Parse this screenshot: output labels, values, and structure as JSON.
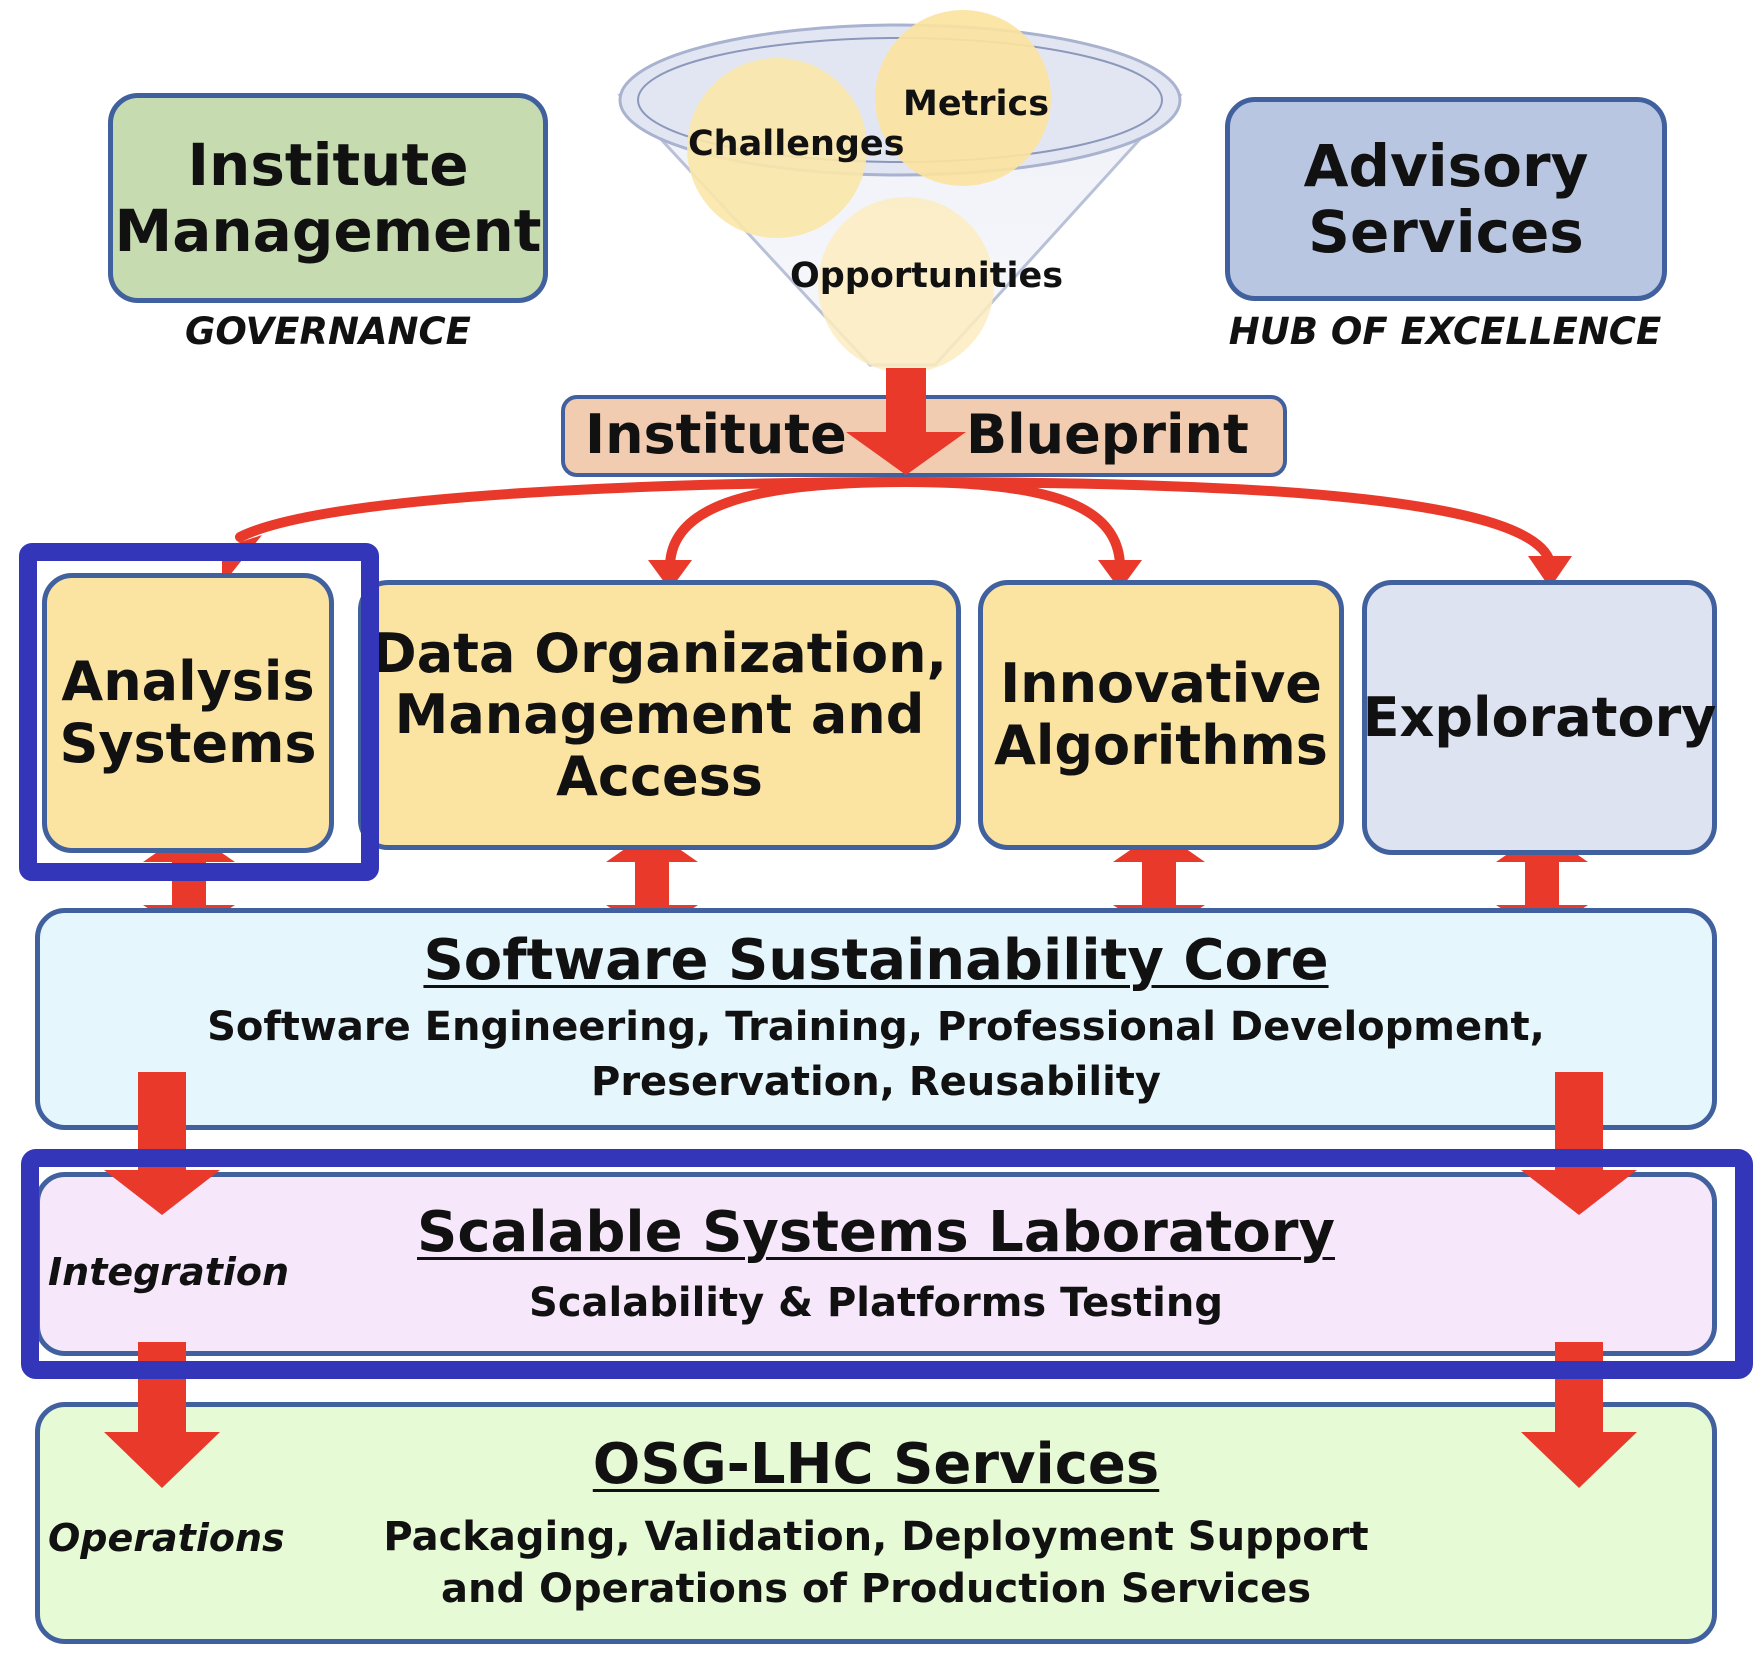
{
  "top": {
    "institute_management": {
      "line1": "Institute",
      "line2": "Management",
      "caption": "GOVERNANCE"
    },
    "advisory_services": {
      "line1": "Advisory",
      "line2": "Services",
      "caption": "HUB OF EXCELLENCE"
    },
    "funnel": {
      "challenges": "Challenges",
      "metrics": "Metrics",
      "opportunities": "Opportunities"
    },
    "blueprint": {
      "left": "Institute",
      "right": "Blueprint"
    }
  },
  "focus_areas": [
    {
      "line1": "Analysis",
      "line2": "Systems"
    },
    {
      "line1": "Data Organization,",
      "line2": "Management and",
      "line3": "Access"
    },
    {
      "line1": "Innovative",
      "line2": "Algorithms"
    },
    {
      "line1": "Exploratory"
    }
  ],
  "core": {
    "title": "Software Sustainability Core",
    "line1": "Software Engineering, Training, Professional Development,",
    "line2": "Preservation, Reusability"
  },
  "lab": {
    "title": "Scalable Systems Laboratory",
    "line1": "Scalability & Platforms Testing",
    "side_label": "Integration"
  },
  "services": {
    "title": "OSG-LHC Services",
    "line1": "Packaging, Validation, Deployment Support",
    "line2": "and Operations of Production Services",
    "side_label": "Operations"
  },
  "colors": {
    "arrow": "#e8392a",
    "highlight": "#3336b8",
    "box_border": "#41609e",
    "mgmt_fill": "#c6dbb0",
    "advisory_fill": "#b8c6e2",
    "blueprint_fill": "#f2ccb0",
    "focus_fill": "#fbe3a2",
    "exploratory_fill": "#dde3f1",
    "core_fill": "#e6f6fd",
    "lab_fill": "#f6e7fb",
    "services_fill": "#e6fad6",
    "circle_fill": "#fbe7a8"
  }
}
